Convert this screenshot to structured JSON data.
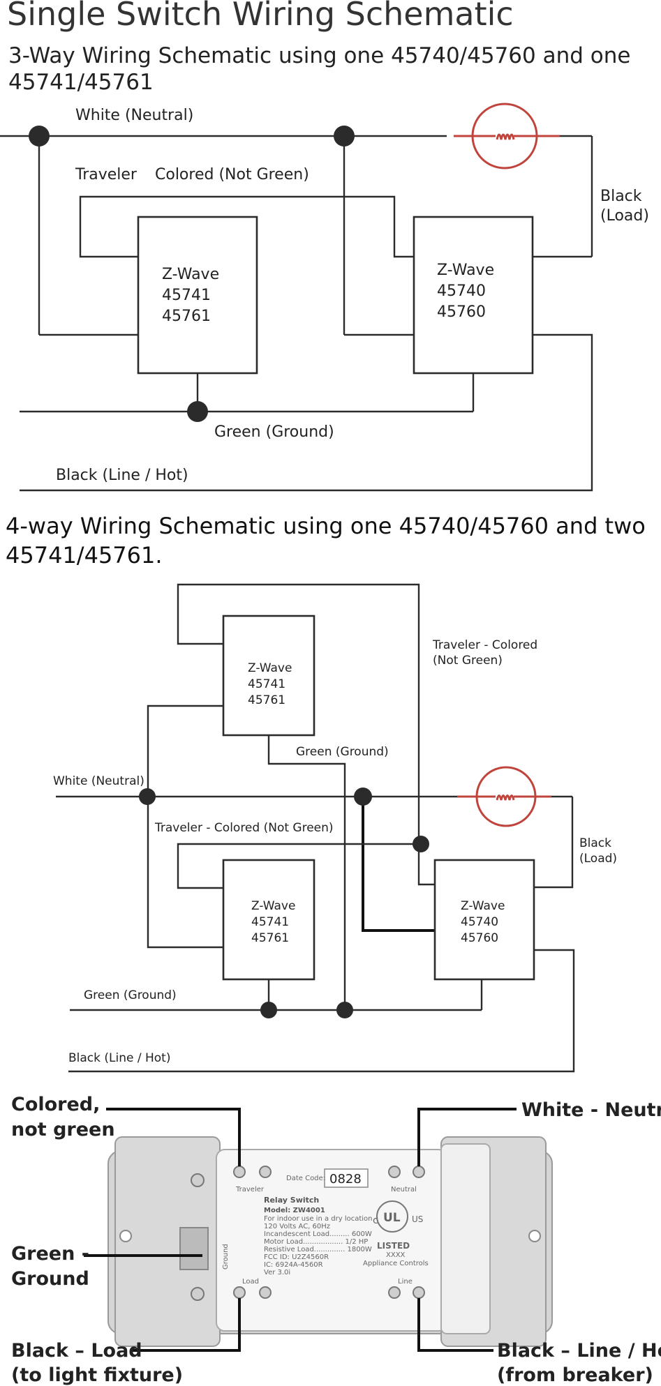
{
  "title": "Single Switch Wiring Schematic",
  "section1": {
    "heading_line1": "3-Way Wiring Schematic using one 45740/45760 and one",
    "heading_line2": "45741/45761",
    "labels": {
      "white_neutral": "White (Neutral)",
      "traveler": "Traveler",
      "colored_not_green": "Colored (Not Green)",
      "black": "Black",
      "load": "(Load)",
      "green_ground": "Green (Ground)",
      "black_line_hot": "Black (Line / Hot)"
    },
    "aux_device": {
      "name": "Z-Wave",
      "model1": "45741",
      "model2": "45761"
    },
    "main_device": {
      "name": "Z-Wave",
      "model1": "45740",
      "model2": "45760"
    }
  },
  "section2": {
    "heading_line1": "4-way Wiring Schematic using one 45740/45760 and two",
    "heading_line2": "45741/45761.",
    "labels": {
      "traveler_colored": "Traveler - Colored",
      "not_green": "(Not Green)",
      "green_ground_top": "Green (Ground)",
      "white_neutral": "White (Neutral)",
      "traveler_colored_not_green": "Traveler - Colored (Not Green)",
      "black": "Black",
      "load": "(Load)",
      "green_ground": "Green (Ground)",
      "black_line_hot": "Black (Line / Hot)"
    },
    "aux_device_top": {
      "name": "Z-Wave",
      "model1": "45741",
      "model2": "45761"
    },
    "aux_device_bottom": {
      "name": "Z-Wave",
      "model1": "45741",
      "model2": "45761"
    },
    "main_device": {
      "name": "Z-Wave",
      "model1": "45740",
      "model2": "45760"
    }
  },
  "section3": {
    "callouts": {
      "colored_line1": "Colored,",
      "colored_line2": "not green",
      "white_neutral": "White - Neutral",
      "green_line1": "Green -",
      "green_line2": "Ground",
      "black_load_line1": "Black – Load",
      "black_load_line2": "(to light fixture)",
      "black_line_line1": "Black – Line / Hot",
      "black_line_line2": "(from breaker)"
    },
    "device": {
      "date_code_label": "Date Code:",
      "date_code": "0828",
      "traveler": "Traveler",
      "neutral": "Neutral",
      "ground": "Ground",
      "load": "Load",
      "line": "Line",
      "product": "Relay Switch",
      "model": "Model: ZW4001",
      "indoor": "For indoor use in a dry location",
      "rating": "120 Volts AC, 60Hz",
      "incandescent": "Incandescent Load......... 600W",
      "motor": "Motor Load.................. 1/2 HP",
      "resistive": "Resistive Load.............. 1800W",
      "fcc": "FCC ID: U2Z4560R",
      "ic": "IC: 6924A-4560R",
      "ver": "Ver 3.0i",
      "ul_c": "c",
      "ul_mark": "UL",
      "ul_us": "US",
      "listed": "LISTED",
      "xxxx": "XXXX",
      "controls": "Appliance Controls"
    }
  },
  "colors": {
    "lamp": "#c0443c",
    "wire": "#2b2b2b"
  }
}
